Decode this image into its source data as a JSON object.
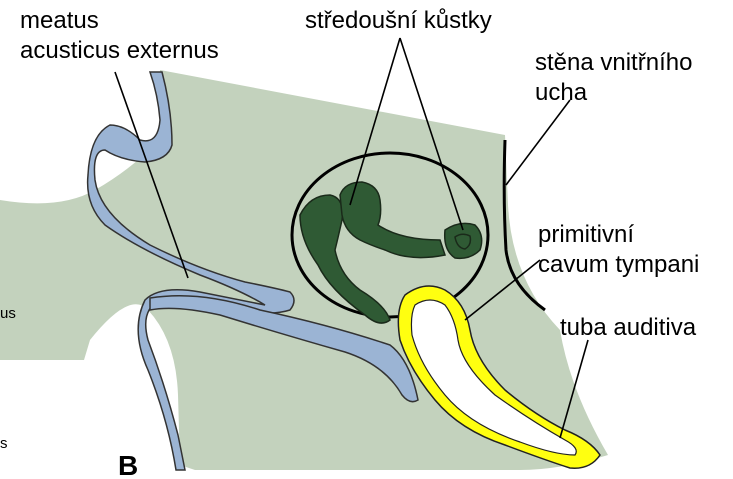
{
  "labels": {
    "meatus_line1": "meatus",
    "meatus_line2": "acusticus externus",
    "ossicles": "středoušní kůstky",
    "inner_wall_line1": "stěna vnitřního",
    "inner_wall_line2": "ucha",
    "cavum_line1": "primitivní",
    "cavum_line2": "cavum tympani",
    "tuba": "tuba auditiva",
    "panel": "B",
    "edge_frag1": "us",
    "edge_frag2": "s"
  },
  "colors": {
    "tissue": "#c3d2bd",
    "ectoderm": "#9bb4d4",
    "ossicles": "#2f5a34",
    "tube": "#ffff10",
    "outline": "#000000"
  }
}
